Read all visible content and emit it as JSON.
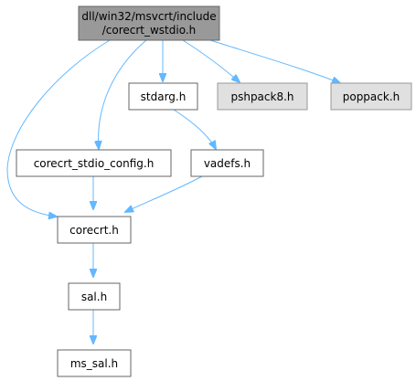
{
  "colors": {
    "edge": "#63b8ff",
    "root_fill": "#999999",
    "node_fill": "#ffffff",
    "missing_fill": "#e0e0e0",
    "border_dark": "#666666",
    "border_light": "#999999"
  },
  "nodes": {
    "root": {
      "line1": "dll/win32/msvcrt/include",
      "line2": "/corecrt_wstdio.h"
    },
    "stdarg": {
      "label": "stdarg.h"
    },
    "pshpack8": {
      "label": "pshpack8.h"
    },
    "poppack": {
      "label": "poppack.h"
    },
    "corecrt_stdio_config": {
      "label": "corecrt_stdio_config.h"
    },
    "vadefs": {
      "label": "vadefs.h"
    },
    "corecrt": {
      "label": "corecrt.h"
    },
    "sal": {
      "label": "sal.h"
    },
    "ms_sal": {
      "label": "ms_sal.h"
    }
  }
}
